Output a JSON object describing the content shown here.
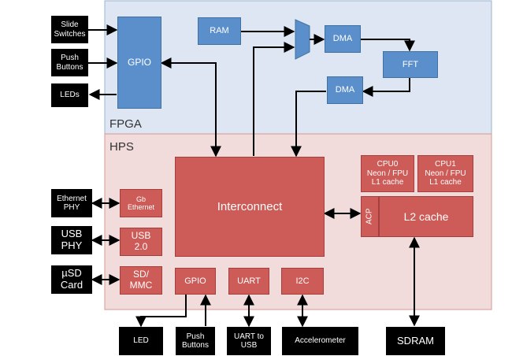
{
  "regions": {
    "fpga": "FPGA",
    "hps": "HPS"
  },
  "external": {
    "slide_switches": "Slide\nSwitches",
    "push_buttons_fpga": "Push\nButtons",
    "leds": "LEDs",
    "ethernet_phy": "Ethernet\nPHY",
    "usb_phy": "USB\nPHY",
    "usd_card": "µSD\nCard",
    "led": "LED",
    "push_buttons_hps": "Push\nButtons",
    "uart_to_usb": "UART to\nUSB",
    "accelerometer": "Accelerometer",
    "sdram": "SDRAM"
  },
  "fpga_blocks": {
    "gpio": "GPIO",
    "ram": "RAM",
    "dma_top": "DMA",
    "fft": "FFT",
    "dma_bottom": "DMA"
  },
  "hps_blocks": {
    "gb_ethernet": "Gb\nEthernet",
    "usb20": "USB\n2.0",
    "sdmmc": "SD/\nMMC",
    "interconnect": "Interconnect",
    "gpio": "GPIO",
    "uart": "UART",
    "i2c": "I2C",
    "cpu0": "CPU0\nNeon / FPU\nL1 cache",
    "cpu1": "CPU1\nNeon / FPU\nL1 cache",
    "acp": "ACP",
    "l2_cache": "L2 cache"
  },
  "colors": {
    "fpga_region": "#dde6f2",
    "hps_region": "#f2dcdb",
    "fpga_block": "#5b8fcb",
    "hps_block": "#cd5b57"
  }
}
